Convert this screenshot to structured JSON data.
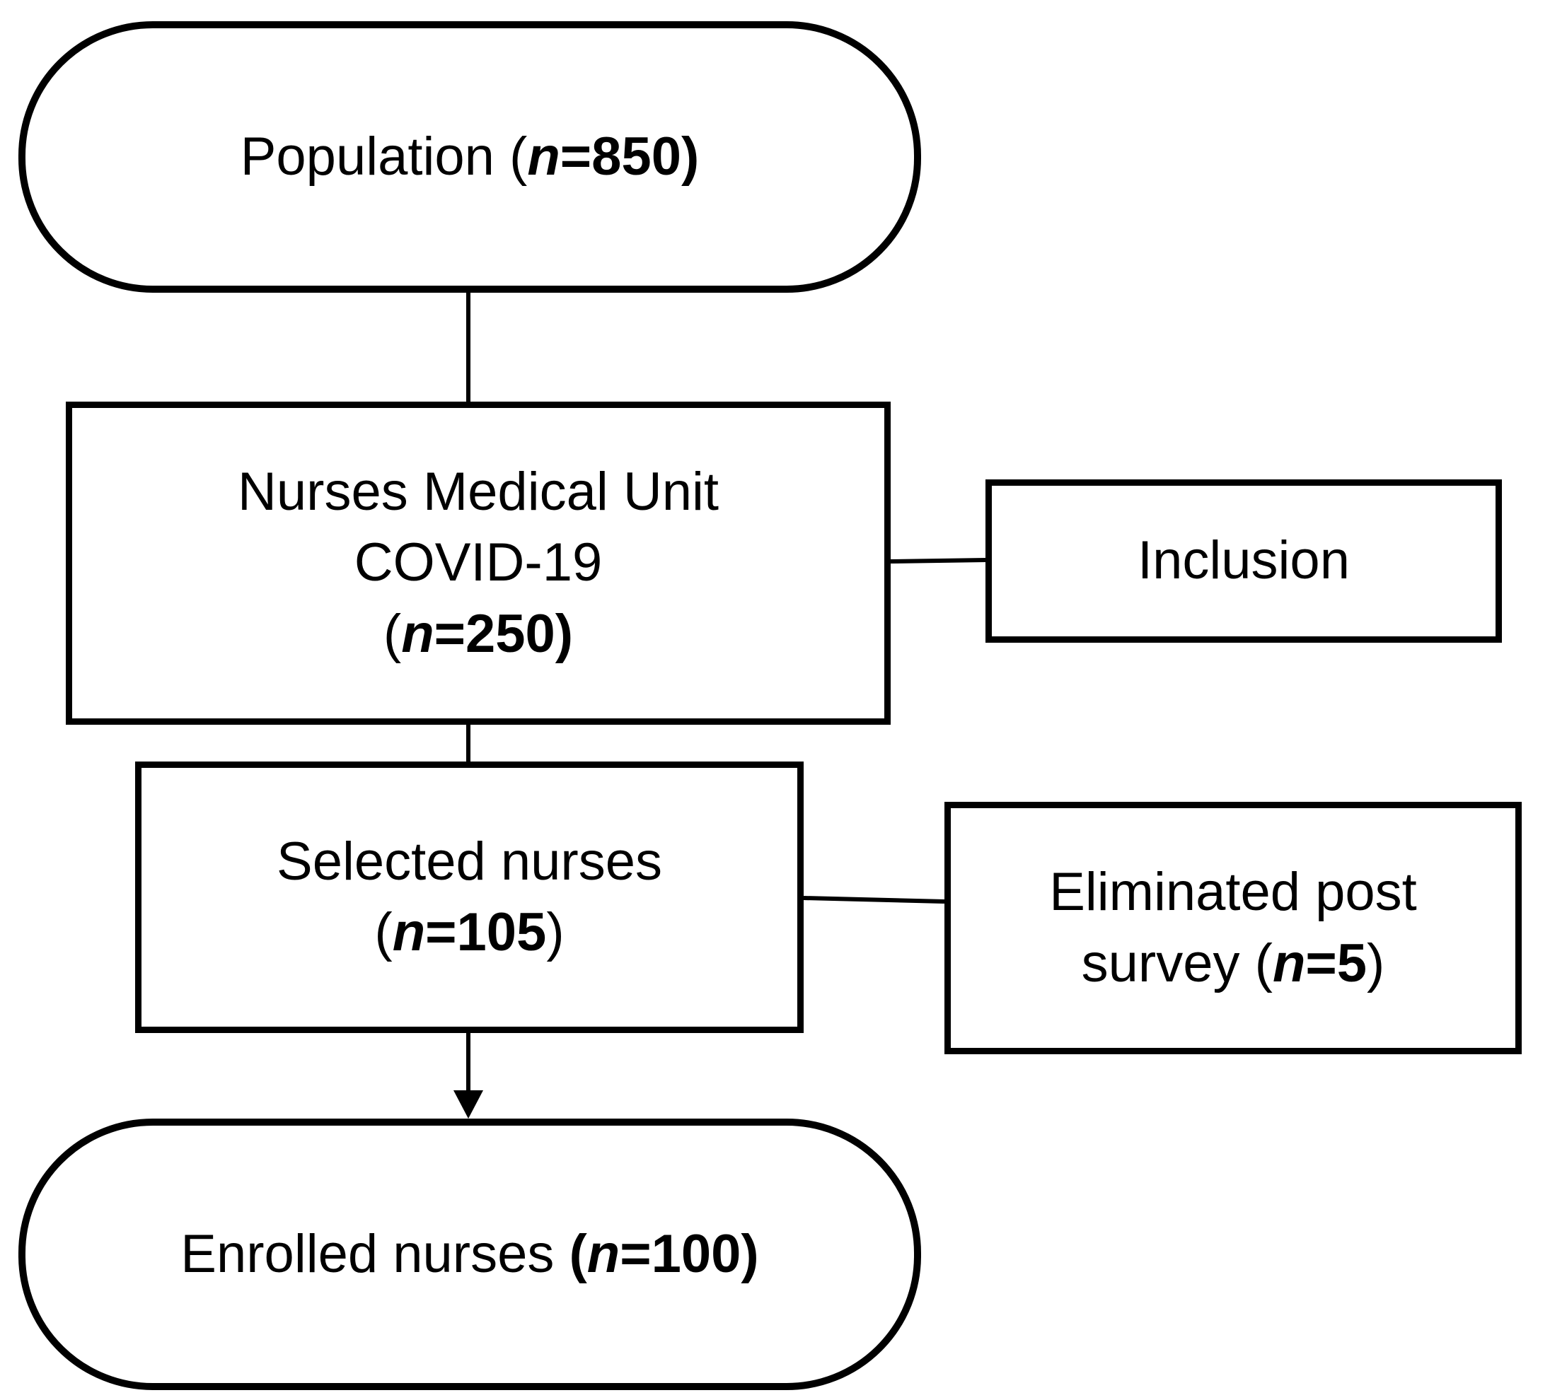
{
  "nodes": {
    "population": {
      "label": "Population",
      "n_prefix": " (",
      "n_var": "n",
      "n_value": "=850)"
    },
    "nurses_unit": {
      "line1": "Nurses Medical Unit",
      "line2": "COVID-19",
      "n_open": "(",
      "n_var": "n",
      "n_value": "=250)"
    },
    "inclusion": {
      "label": "Inclusion"
    },
    "selected": {
      "line1": "Selected nurses",
      "n_open": "(",
      "n_var": "n",
      "n_value": "=105",
      "n_close": ")"
    },
    "eliminated": {
      "line1": "Eliminated post",
      "line2_prefix": "survey (",
      "n_var": "n",
      "n_value": "=5",
      "n_close": ")"
    },
    "enrolled": {
      "label": "Enrolled nurses ",
      "n_open": "(",
      "n_var": "n",
      "n_value": "=100)"
    }
  },
  "edges": [
    {
      "from": "population",
      "to": "nurses_unit",
      "arrow": false
    },
    {
      "from": "nurses_unit",
      "to": "inclusion",
      "arrow": false
    },
    {
      "from": "nurses_unit",
      "to": "selected",
      "arrow": false
    },
    {
      "from": "selected",
      "to": "eliminated",
      "arrow": false
    },
    {
      "from": "selected",
      "to": "enrolled",
      "arrow": true
    }
  ]
}
